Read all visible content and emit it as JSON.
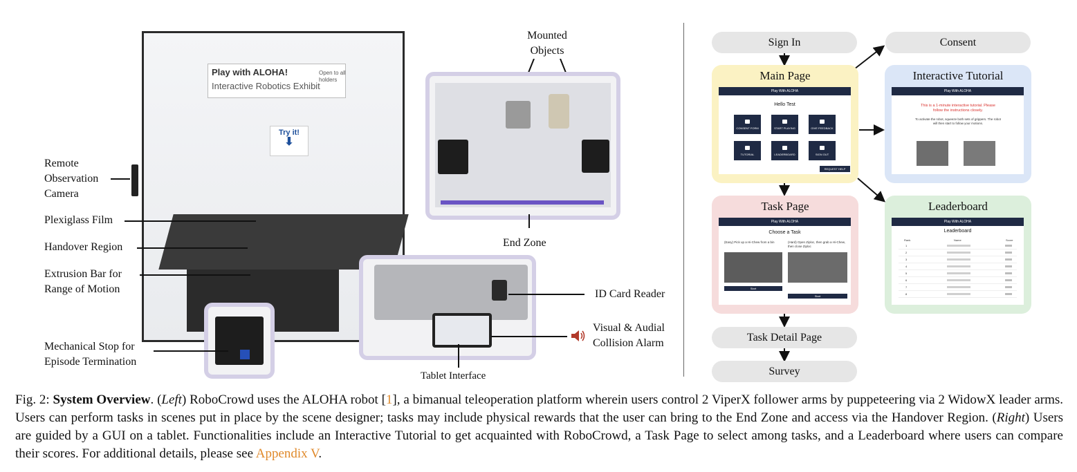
{
  "left_figure": {
    "banner": {
      "line1": "Play with ALOHA!",
      "line2": "Interactive Robotics Exhibit",
      "line3": "Open to all holders"
    },
    "try_it": "Try it!",
    "labels": {
      "remote_camera": [
        "Remote",
        "Observation",
        "Camera"
      ],
      "plexiglass": "Plexiglass Film",
      "handover": "Handover Region",
      "extrusion": [
        "Extrusion Bar for",
        "Range of Motion"
      ],
      "mech_stop": [
        "Mechanical Stop for",
        "Episode Termination"
      ],
      "mounted_objects": [
        "Mounted",
        "Objects"
      ],
      "end_zone": "End Zone",
      "id_card": "ID Card Reader",
      "alarm": [
        "Visual & Audial",
        "Collision Alarm"
      ],
      "tablet": "Tablet Interface"
    },
    "icons": {
      "alarm": "speaker-icon",
      "down_arrow": "arrow-down-icon"
    },
    "colors": {
      "inset_border": "#d4cfe6",
      "alarm_icon": "#b23a2b",
      "try_it": "#1d4f9b"
    }
  },
  "right_figure": {
    "nodes": {
      "sign_in": "Sign In",
      "consent": "Consent",
      "main_page": "Main Page",
      "interactive_tutorial": "Interactive Tutorial",
      "task_page": "Task Page",
      "leaderboard": "Leaderboard",
      "task_detail": "Task Detail Page",
      "survey": "Survey"
    },
    "colors": {
      "pill": "#e6e6e6",
      "main_page": "#fbf2c3",
      "tutorial": "#dbe6f7",
      "task_page": "#f6dcdc",
      "leaderboard": "#dcefdc",
      "app_bar": "#1f2a44",
      "tutorial_warning": "#d9302c"
    },
    "main_screen": {
      "bar": "Play With ALOHA",
      "greeting": "Hello Test",
      "tiles": [
        "CONSENT FORM",
        "START PLAYING",
        "GIVE FEEDBACK",
        "TUTORIAL",
        "LEADERBOARD",
        "SIGN OUT"
      ],
      "help": "REQUEST HELP"
    },
    "tutorial_screen": {
      "bar": "Play With ALOHA",
      "warning": "This is a 1-minute interactive tutorial. Please follow the instructions closely.",
      "instruction": "To activate the robot, squeeze both sets of grippers. The robot will then start to follow your motions."
    },
    "task_screen": {
      "bar": "Play With ALOHA",
      "heading": "Choose a Task",
      "task1": "(Easy) Pick up a Hi-Chew from a bin",
      "task2": "(Hard) Open Ziploc, then grab a Hi-Chew, then close Ziploc",
      "button": "Start"
    },
    "leaderboard_screen": {
      "bar": "Play With ALOHA",
      "heading": "Leaderboard",
      "columns": [
        "Rank",
        "Name",
        "Score"
      ],
      "ranks": [
        "1",
        "2",
        "3",
        "4",
        "5",
        "6",
        "7",
        "8"
      ]
    }
  },
  "caption": {
    "prefix": "Fig. 2: ",
    "bold": "System Overview",
    "part1": ". (",
    "left": "Left",
    "part2": ") RoboCrowd uses the ALOHA robot [",
    "ref": "1",
    "part3": "], a bimanual teleoperation platform wherein users control 2 ViperX follower arms by puppeteering via 2 WidowX leader arms. Users can perform tasks in scenes put in place by the scene designer; tasks may include physical rewards that the user can bring to the End Zone and access via the Handover Region. (",
    "right": "Right",
    "part4": ") Users are guided by a GUI on a tablet. Functionalities include an Interactive Tutorial to get acquainted with RoboCrowd, a Task Page to select among tasks, and a Leaderboard where users can compare their scores. For additional details, please see ",
    "appendix": "Appendix V",
    "end": "."
  }
}
